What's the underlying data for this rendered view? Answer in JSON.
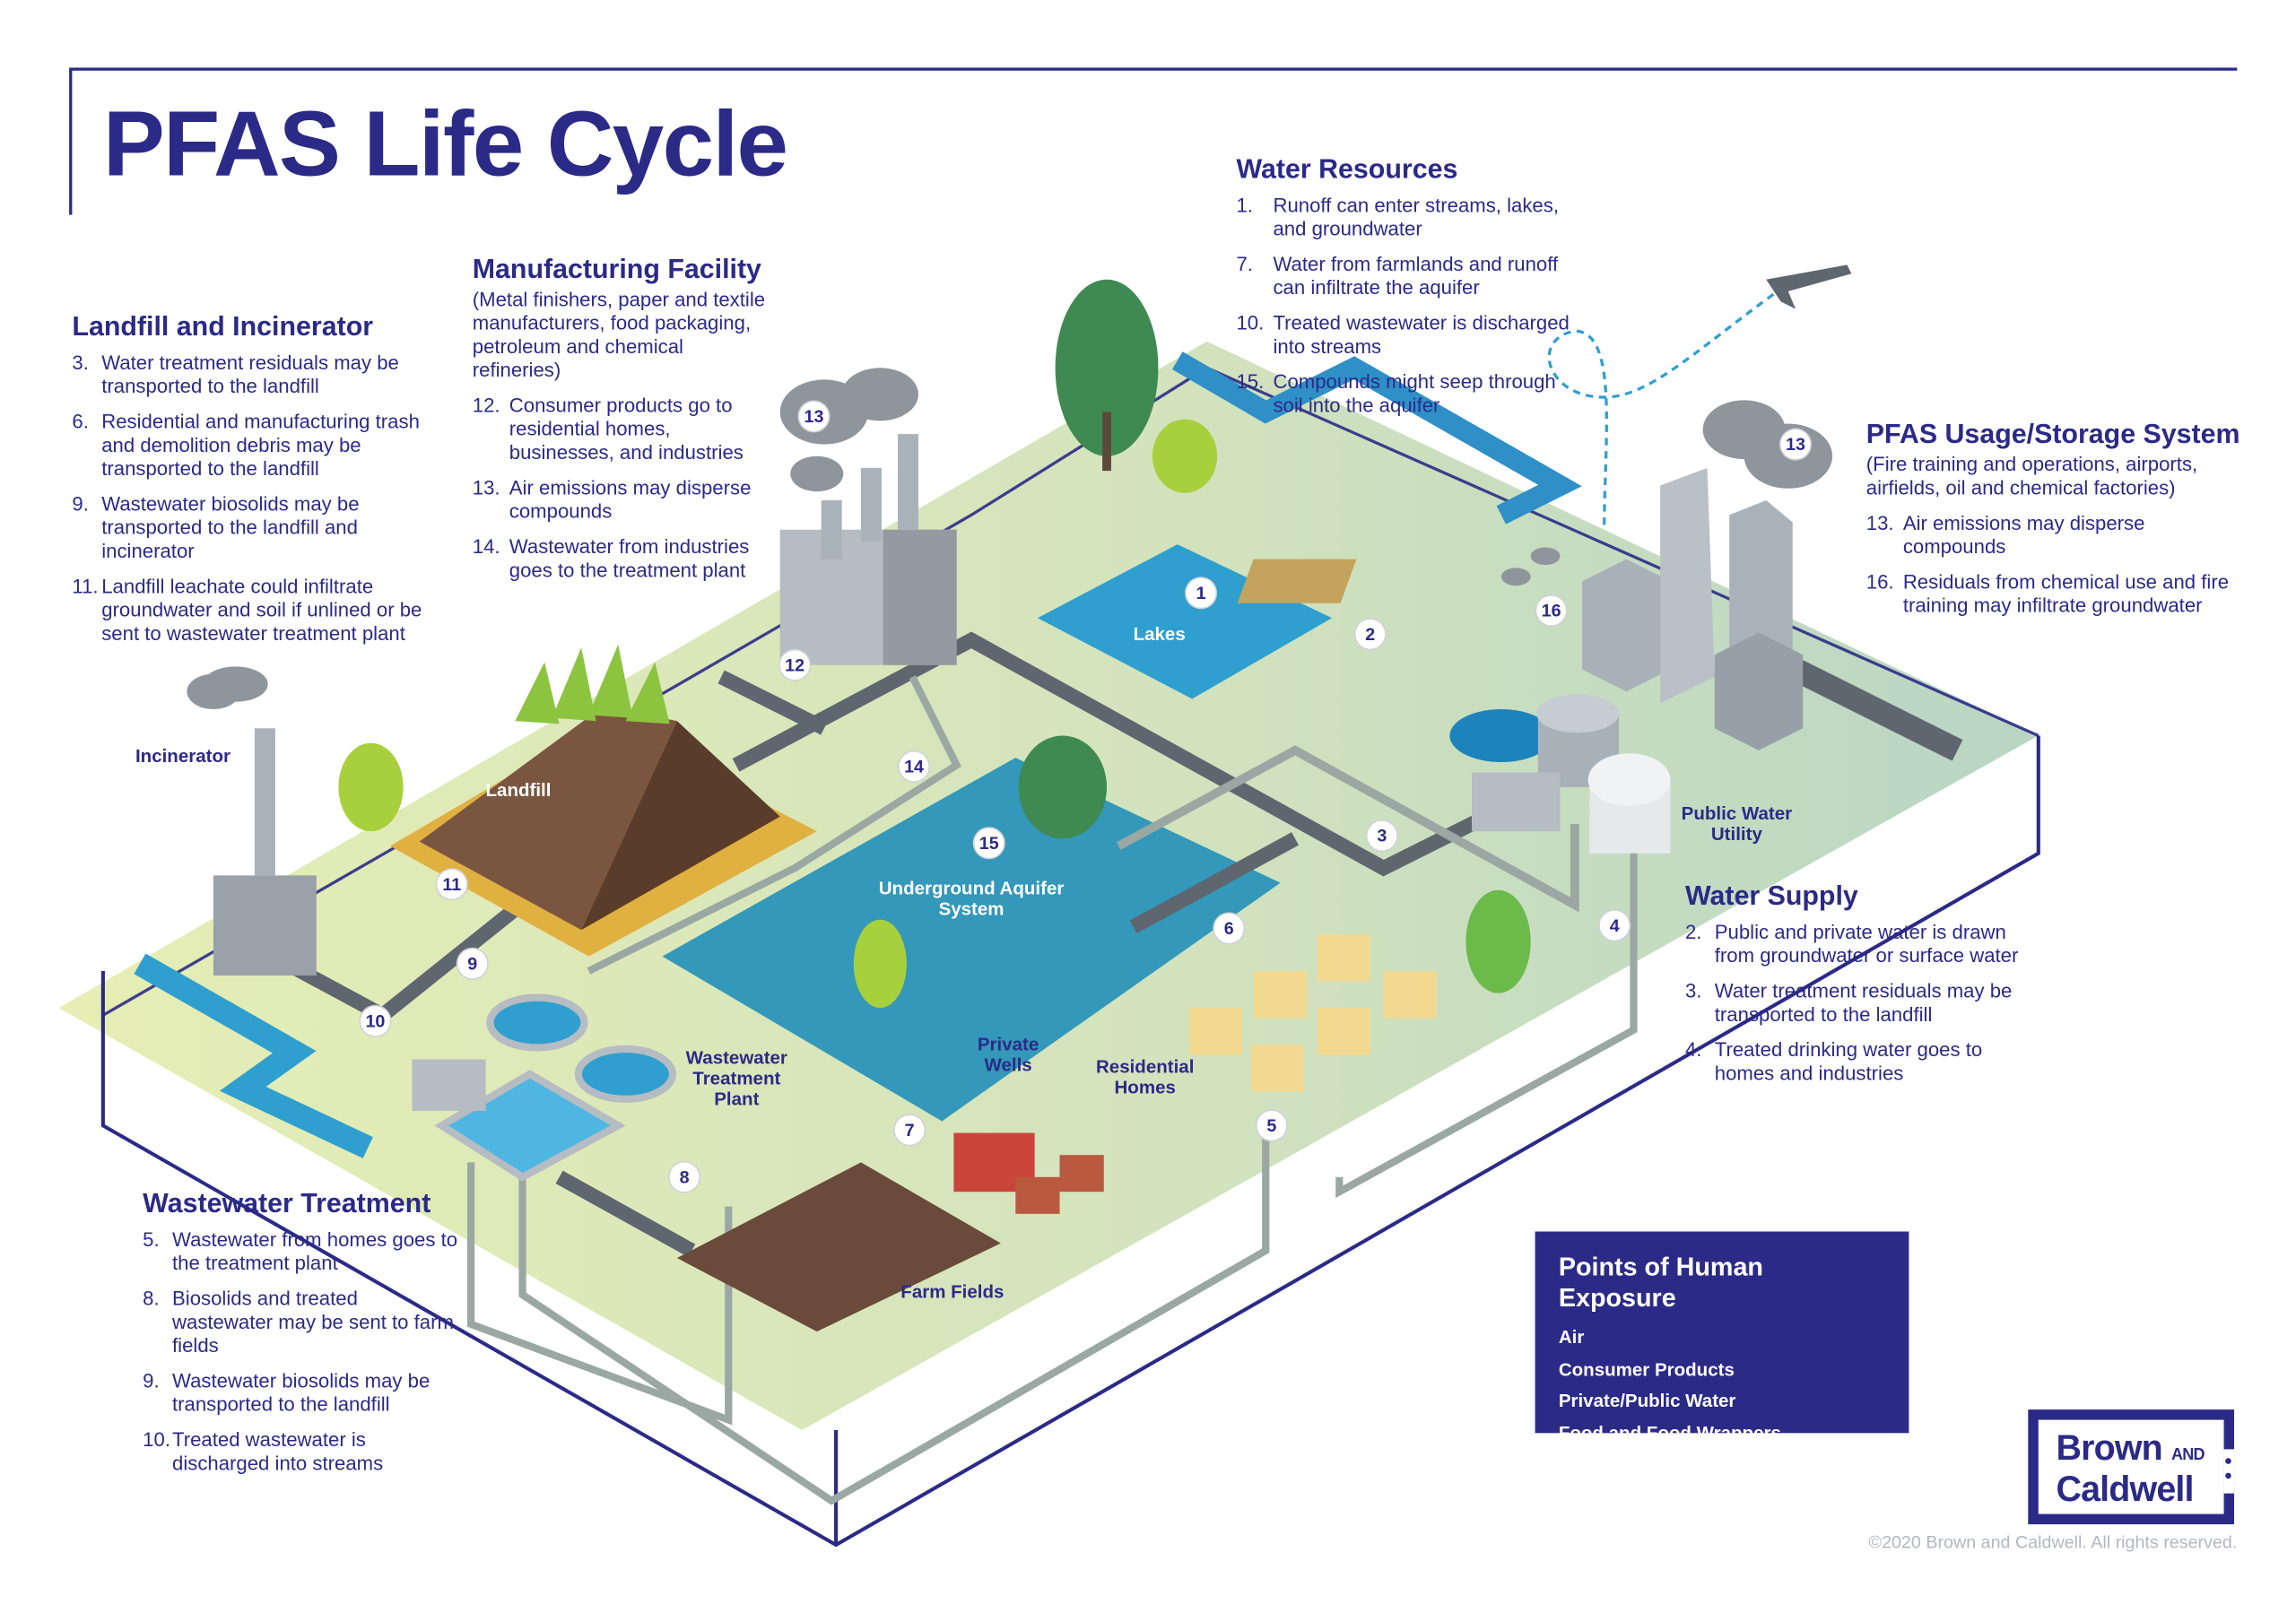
{
  "title": "PFAS Life Cycle",
  "sections": {
    "landfill": {
      "heading": "Landfill and Incinerator",
      "items": [
        {
          "n": "3.",
          "text": "Water treatment residuals may be transported to the landfill"
        },
        {
          "n": "6.",
          "text": "Residential and manufacturing trash and demolition debris may be transported to the landfill"
        },
        {
          "n": "9.",
          "text": "Wastewater biosolids may be transported to the landfill and incinerator"
        },
        {
          "n": "11.",
          "text": "Landfill leachate could infiltrate groundwater and soil if unlined or be sent to wastewater treatment plant"
        }
      ]
    },
    "manufacturing": {
      "heading": "Manufacturing Facility",
      "subtitle": "(Metal finishers, paper and textile manufacturers, food packaging, petroleum and chemical refineries)",
      "items": [
        {
          "n": "12.",
          "text": "Consumer products go to residential homes, businesses, and industries"
        },
        {
          "n": "13.",
          "text": "Air emissions may disperse compounds"
        },
        {
          "n": "14.",
          "text": "Wastewater from industries goes to the treatment plant"
        }
      ]
    },
    "water_resources": {
      "heading": "Water Resources",
      "items": [
        {
          "n": "1.",
          "text": "Runoff can enter streams, lakes, and groundwater"
        },
        {
          "n": "7.",
          "text": "Water from farmlands and runoff can infiltrate the aquifer"
        },
        {
          "n": "10.",
          "text": "Treated wastewater is discharged into streams"
        },
        {
          "n": "15.",
          "text": "Compounds might seep through soil into the aquifer"
        }
      ]
    },
    "pfas_usage": {
      "heading": "PFAS Usage/Storage System",
      "subtitle": "(Fire training and operations, airports, airfields, oil and chemical factories)",
      "items": [
        {
          "n": "13.",
          "text": "Air emissions may disperse compounds"
        },
        {
          "n": "16.",
          "text": "Residuals from chemical use and fire training may infiltrate groundwater"
        }
      ]
    },
    "water_supply": {
      "heading": "Water Supply",
      "items": [
        {
          "n": "2.",
          "text": "Public and private water is drawn from groundwater or surface water"
        },
        {
          "n": "3.",
          "text": "Water treatment residuals may be transported to the landfill"
        },
        {
          "n": "4.",
          "text": "Treated drinking water goes to homes and industries"
        }
      ]
    },
    "wastewater": {
      "heading": "Wastewater Treatment",
      "items": [
        {
          "n": "5.",
          "text": "Wastewater from homes goes to the treatment plant"
        },
        {
          "n": "8.",
          "text": "Biosolids and treated wastewater may be sent to farm fields"
        },
        {
          "n": "9.",
          "text": "Wastewater biosolids may be transported to the landfill"
        },
        {
          "n": "10.",
          "text": "Treated wastewater is discharged into streams"
        }
      ]
    }
  },
  "diagram": {
    "labels": {
      "incinerator": "Incinerator",
      "landfill": "Landfill",
      "lakes": "Lakes",
      "aquifer": "Underground Aquifer System",
      "wwtp": "Wastewater Treatment Plant",
      "wells": "Private Wells",
      "homes": "Residential Homes",
      "farm": "Farm Fields",
      "utility": "Public Water Utility"
    },
    "markers": [
      "1",
      "2",
      "3",
      "4",
      "5",
      "6",
      "7",
      "8",
      "9",
      "10",
      "11",
      "12",
      "13",
      "13",
      "14",
      "15",
      "16"
    ],
    "colors": {
      "ground": "#dfe9b8",
      "ground_right": "#bcd7c2",
      "water": "#2f9fcf",
      "aquifer": "#2a93b8",
      "road": "#5e6670",
      "landfill": "#6b4a35",
      "accent": "#2b2a87"
    }
  },
  "exposure": {
    "heading": "Points of  Human Exposure",
    "items": [
      "Air",
      "Consumer Products",
      "Private/Public Water",
      "Food and Food Wrappers"
    ]
  },
  "logo": {
    "line1": "Brown",
    "and": "AND",
    "line2": "Caldwell"
  },
  "copyright": "©2020 Brown and Caldwell. All rights reserved."
}
